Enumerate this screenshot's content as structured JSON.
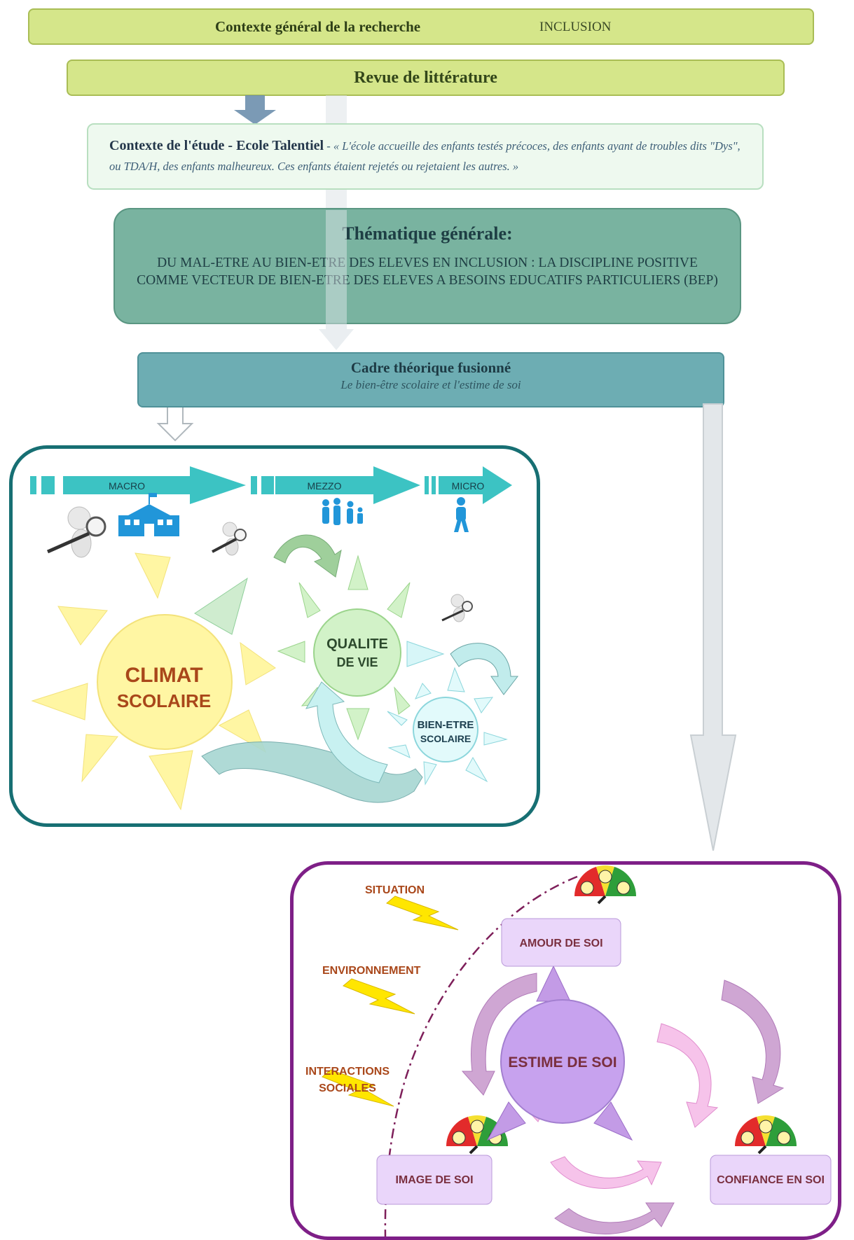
{
  "header": {
    "title": "Contexte général de la recherche",
    "tag": "INCLUSION"
  },
  "review": {
    "title": "Revue de littérature"
  },
  "context": {
    "label": "Contexte de l'étude  -  Ecole Talentiel",
    "quote": " - « L'école accueille des enfants testés précoces, des enfants ayant de troubles dits \"Dys\", ou TDA/H, des enfants malheureux. Ces enfants étaient rejetés ou rejetaient les autres. »"
  },
  "theme": {
    "title": "Thématique générale:",
    "body": "DU MAL-ETRE AU BIEN-ETRE DES ELEVES EN INCLUSION : LA DISCIPLINE POSITIVE COMME VECTEUR DE BIEN-ETRE DES ELEVES A BESOINS EDUCATIFS PARTICULIERS (BEP)"
  },
  "framework": {
    "title": "Cadre théorique fusionné",
    "subtitle": "Le bien-être scolaire et l'estime de soi"
  },
  "levels": {
    "macro": "MACRO",
    "mezzo": "MEZZO",
    "micro": "MICRO"
  },
  "school": {
    "climat_1": "CLIMAT",
    "climat_2": "SCOLAIRE",
    "qualite_1": "QUALITE",
    "qualite_2": "DE VIE",
    "bien_1": "BIEN-ETRE",
    "bien_2": "SCOLAIRE"
  },
  "esteem": {
    "situation": "SITUATION",
    "environnement": "ENVIRONNEMENT",
    "interactions_1": "INTERACTIONS",
    "interactions_2": "SOCIALES",
    "amour": "AMOUR DE SOI",
    "estime": "ESTIME DE SOI",
    "image": "IMAGE DE SOI",
    "confiance": "CONFIANCE EN SOI"
  },
  "colors": {
    "lime": "#d5e68a",
    "teal_dark": "#176f73",
    "teal_arrow": "#3cc3c3",
    "purple_border": "#7e1f87",
    "lavender": "#e8d6f5",
    "orange_text": "#a9471a"
  },
  "icons": [
    "magnifier-person-icon",
    "school-building-icon",
    "family-icon",
    "walking-child-icon",
    "mood-gauge-icon",
    "lightning-icon"
  ]
}
